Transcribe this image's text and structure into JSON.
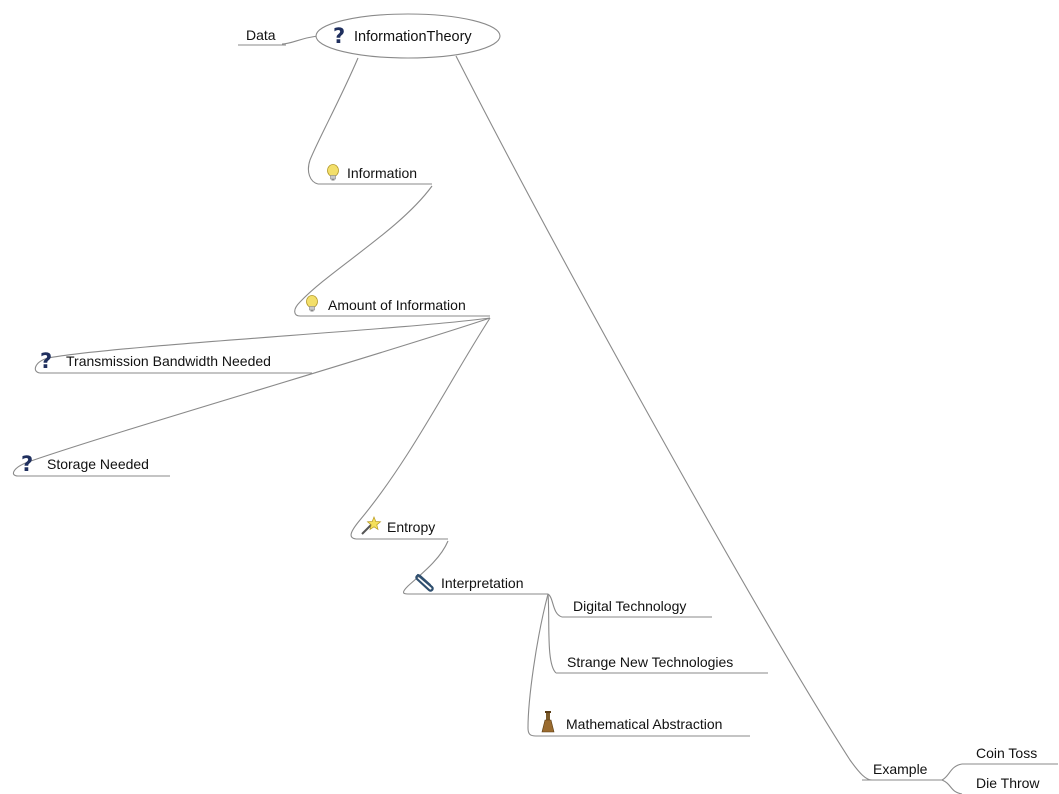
{
  "mindmap": {
    "root": {
      "label": "InformationTheory",
      "icon": "question-icon"
    },
    "nodes": {
      "data": {
        "label": "Data"
      },
      "information": {
        "label": "Information",
        "icon": "lightbulb-icon"
      },
      "amount_of_information": {
        "label": "Amount of Information",
        "icon": "lightbulb-icon"
      },
      "transmission_bandwidth_needed": {
        "label": "Transmission Bandwidth Needed",
        "icon": "question-icon"
      },
      "storage_needed": {
        "label": "Storage Needed",
        "icon": "question-icon"
      },
      "entropy": {
        "label": "Entropy",
        "icon": "magic-wand-icon"
      },
      "interpretation": {
        "label": "Interpretation",
        "icon": "paperclip-icon"
      },
      "digital_technology": {
        "label": "Digital Technology"
      },
      "strange_new_technologies": {
        "label": "Strange New Technologies"
      },
      "mathematical_abstraction": {
        "label": "Mathematical Abstraction",
        "icon": "flask-icon"
      },
      "example": {
        "label": "Example"
      },
      "coin_toss": {
        "label": "Coin Toss"
      },
      "die_throw": {
        "label": "Die Throw"
      }
    },
    "colors": {
      "edge": "#8a8a8a",
      "question_icon": "#1f2f5e",
      "lightbulb": "#f3df6a",
      "text": "#111111"
    }
  }
}
